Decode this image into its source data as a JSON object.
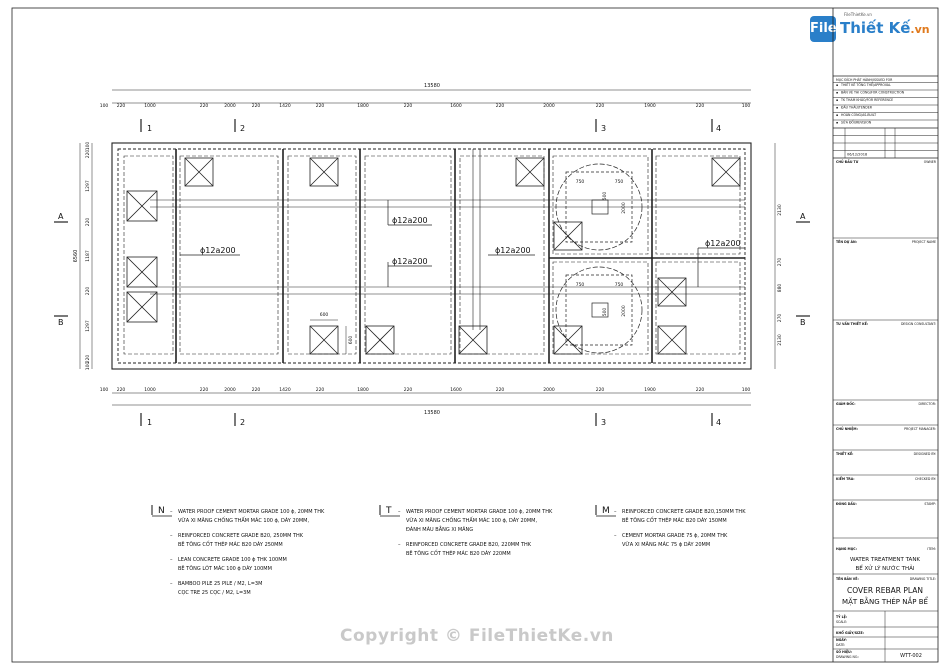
{
  "logo": {
    "brand": "File",
    "name": "Thiết Kế",
    "suffix": ".vn",
    "tagline": "FileThietKe.vn"
  },
  "watermark": "Copyright © FileThietKe.vn",
  "drawing": {
    "total_dim": "13580",
    "left_dim": "6560",
    "top_dims": [
      "100",
      "220",
      "1000",
      "220",
      "2000",
      "220",
      "1420",
      "220",
      "1800",
      "220",
      "1600",
      "220",
      "2000",
      "220",
      "1900",
      "220",
      "100"
    ],
    "left_dims": [
      "100",
      "220",
      "1297",
      "220",
      "1187",
      "220",
      "1297",
      "220",
      "100"
    ],
    "right_dims": [
      "2130",
      "270",
      "880",
      "270",
      "2130"
    ],
    "grid_labels": [
      "1",
      "2",
      "3",
      "4"
    ],
    "section_a": "A",
    "section_b": "B",
    "rebar": "ϕ12a200",
    "box_w": "600",
    "box_h": "600",
    "tank_dims": [
      "750",
      "750",
      "2000",
      "500",
      "500"
    ]
  },
  "notes": {
    "n": {
      "key": "N",
      "items": [
        [
          "WATER PROOF CEMENT MORTAR GRADE 100 ϕ, 20MM THK",
          "VỮA XI MĂNG CHỐNG THẤM MÁC 100 ϕ, DÀY 20MM,"
        ],
        [
          "REINFORCED CONCRETE GRADE B20, 250MM THK",
          "BÊ TÔNG CỐT THÉP MÁC B20 DÀY 250MM"
        ],
        [
          "LEAN CONCRETE GRADE 100 ϕ THK 100MM",
          "BÊ TÔNG LÓT MÁC 100 ϕ DÀY 100MM"
        ],
        [
          "BAMBOO PILE 25 PILE / M2, L=3M",
          "CỌC TRE 25 CỌC / M2, L=3M"
        ]
      ]
    },
    "t": {
      "key": "T",
      "items": [
        [
          "WATER PROOF CEMENT MORTAR GRADE 100 ϕ, 20MM THK",
          "VỮA XI MĂNG CHỐNG THẤM MÁC 100 ϕ, DÀY 20MM,",
          "ĐÁNH MÀU BẰNG XI MĂNG"
        ],
        [
          "REINFORCED CONCRETE GRADE B20, 220MM THK",
          "BÊ TÔNG CỐT THÉP MÁC B20 DÀY 220MM"
        ]
      ]
    },
    "m": {
      "key": "M",
      "items": [
        [
          "REINFORCED CONCRETE GRADE B20,150MM THK",
          "BÊ TÔNG CỐT THÉP MÁC B20 DÀY 150MM"
        ],
        [
          "CEMENT MORTAR GRADE 75 ϕ, 20MM THK",
          "VỮA XI MĂNG MÁC 75 ϕ DÀY 20MM"
        ]
      ]
    }
  },
  "title_block": {
    "rev_header": "MỤC ĐÍCH PHÁT HÀNH/ISSUED FOR",
    "rev_rows": [
      "THIẾT KẾ TỔNG THỂ/APPROVAL",
      "BẢN VẼ THI CÔNG/FOR CONSTRUCTION",
      "TK THAM KHẢO/FOR REFERENCE",
      "ĐẤU THẦU/TENDER",
      "HOÀN CÔNG/AS-BUILT",
      "SỬA ĐỔI/REVISION"
    ],
    "rev_date": "06/12/2018",
    "owner_label": "CHỦ ĐẦU TƯ",
    "owner_en": "OWNER",
    "project_label": "TÊN DỰ ÁN:",
    "project_en": "PROJECT NAME",
    "consultant_label": "TƯ VẤN THIẾT KẾ:",
    "consultant_en": "DESIGN CONSULTANT:",
    "director_label": "GIÁM ĐỐC:",
    "director_en": "DIRECTOR:",
    "manager_label": "CHỦ NHIỆM:",
    "manager_en": "PROJECT MANAGER:",
    "designer_label": "THIẾT KẾ:",
    "designer_en": "DESIGNED BY:",
    "checker_label": "KIỂM TRA:",
    "checker_en": "CHECKED BY:",
    "stamp_label": "ĐÓNG DẤU:",
    "stamp_en": "STAMP:",
    "item_label": "HẠNG MỤC:",
    "item_en": "ITEM:",
    "item_line1": "WATER TREATMENT TANK",
    "item_line2": "BỂ XỬ LÝ NƯỚC THẢI",
    "title_label": "TÊN BẢN VẼ:",
    "title_en": "DRAWING TITLE:",
    "title_line1": "COVER REBAR PLAN",
    "title_line2": "MẶT BẰNG THÉP NẮP BỂ",
    "scale_label": "TỶ LỆ:",
    "scale_en": "SCALE:",
    "sheet_label": "KHỔ GIẤY/SIZE:",
    "date_label": "NGÀY:",
    "date_en": "DATE:",
    "no_label": "SỐ HIỆU:",
    "no_en": "DRAWING NO.:",
    "drawing_no": "WTT-002"
  }
}
